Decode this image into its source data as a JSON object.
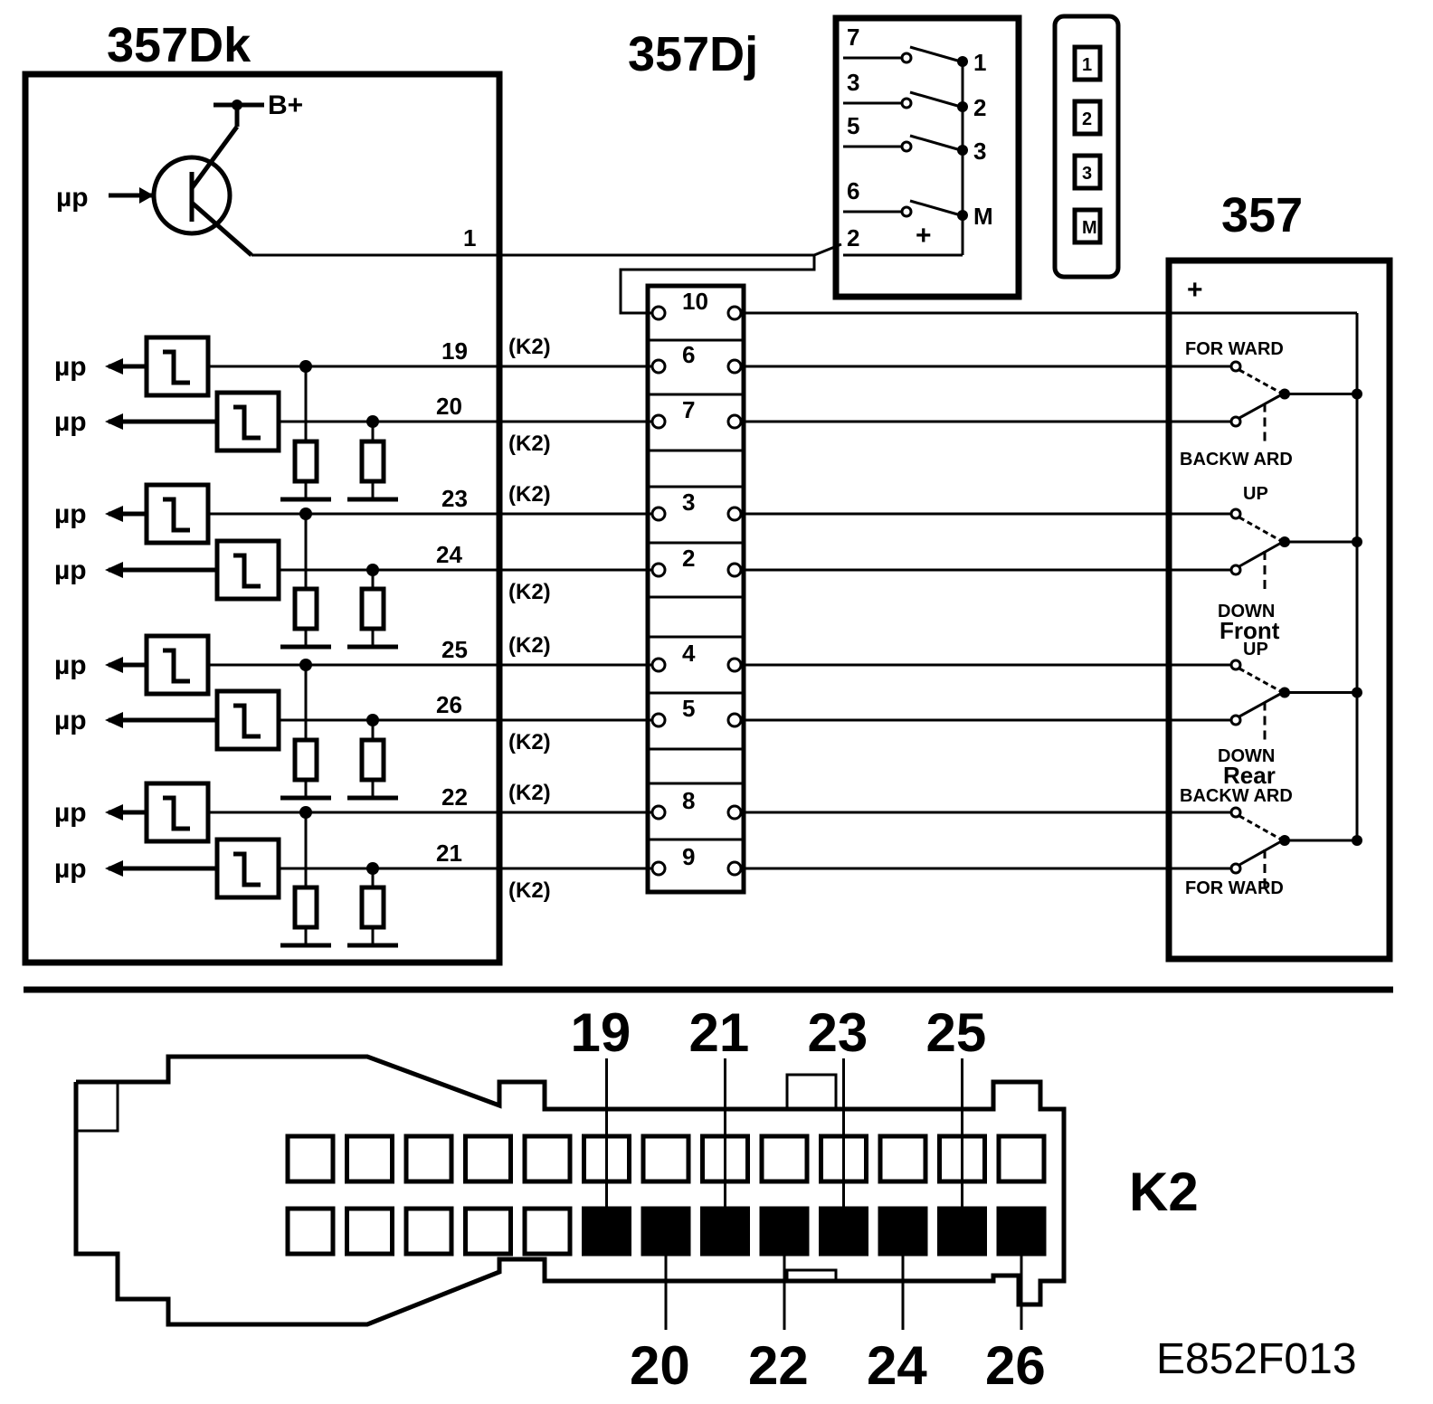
{
  "labels": {
    "module_a": "357Dk",
    "module_b": "357Dj",
    "module_c": "357",
    "bplus": "B+",
    "mu_p": "µp",
    "pin1": "1",
    "k2_tag": "(K2)",
    "connector_name": "K2",
    "figure_code": "E852F013",
    "plus": "+"
  },
  "switch_block": {
    "left_pins": [
      "7",
      "3",
      "5",
      "6",
      "2"
    ],
    "right_pins": [
      "1",
      "2",
      "3",
      "M"
    ],
    "legend_keys": [
      "1",
      "2",
      "3",
      "M"
    ]
  },
  "channels": [
    {
      "pin": "19",
      "term": "6",
      "k2": "above"
    },
    {
      "pin": "20",
      "term": "7",
      "k2": "below"
    },
    {
      "pin": "23",
      "term": "3",
      "k2": "above"
    },
    {
      "pin": "24",
      "term": "2",
      "k2": "below"
    },
    {
      "pin": "25",
      "term": "4",
      "k2": "above"
    },
    {
      "pin": "26",
      "term": "5",
      "k2": "below"
    },
    {
      "pin": "22",
      "term": "8",
      "k2": "above"
    },
    {
      "pin": "21",
      "term": "9",
      "k2": "below"
    }
  ],
  "terminal_top": "10",
  "switch_labels": {
    "forward": "FOR WARD",
    "backward": "BACKW ARD",
    "up": "UP",
    "down": "DOWN",
    "front": "Front",
    "rear": "Rear"
  },
  "connector_pins_top": [
    "19",
    "21",
    "23",
    "25"
  ],
  "connector_pins_bottom": [
    "20",
    "22",
    "24",
    "26"
  ]
}
